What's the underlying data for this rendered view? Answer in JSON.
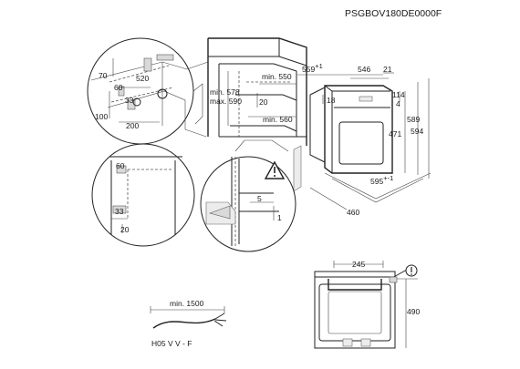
{
  "drawing": {
    "code": "PSGBOV180DE0000F"
  },
  "cabinet_detail": {
    "dim_70": "70",
    "dim_60": "60",
    "dim_520": "520",
    "dim_33": "33",
    "dim_100": "100",
    "dim_200": "200"
  },
  "cabinet": {
    "min_550": "min. 550",
    "min_578": "min. 578",
    "max_590": "max. 590",
    "dim_20": "20",
    "min_560": "min. 560"
  },
  "oven": {
    "depth_559": "559",
    "depth_559_sup": "+1",
    "dim_546": "546",
    "dim_21": "21",
    "dim_18": "18",
    "dim_114": "114",
    "dim_4": "4",
    "dim_589": "589",
    "dim_594": "594",
    "dim_471": "471",
    "width_595": "595",
    "width_595_sup": "+-1",
    "dim_460": "460"
  },
  "corner_detail": {
    "dim_60": "60",
    "dim_33": "33",
    "dim_20": "20"
  },
  "clip_detail": {
    "dim_5": "5",
    "dim_1": "1"
  },
  "cable": {
    "min_length": "min. 1500",
    "type": "H05 V V - F"
  },
  "front_view": {
    "dim_245": "245",
    "dim_490": "490"
  }
}
